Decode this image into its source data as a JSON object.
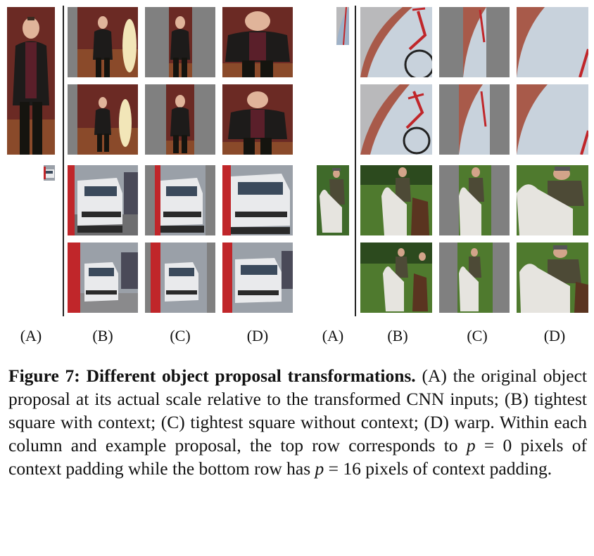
{
  "figure": {
    "column_labels_left": [
      "(A)",
      "(B)",
      "(C)",
      "(D)"
    ],
    "column_labels_right": [
      "(A)",
      "(B)",
      "(C)",
      "(D)"
    ],
    "colors": {
      "pad_gray": "#808080",
      "room_wall": "#6b2a24",
      "room_floor": "#8a4a2a",
      "car_white": "#e9eaec",
      "bike_red": "#c0262a",
      "grass": "#4f7a2e",
      "horse_white": "#e6e4df",
      "horse_brown": "#5a3420",
      "road_gray": "#b9b9bb"
    }
  },
  "caption": {
    "label": "Figure 7:",
    "title": "Different object proposal transformations.",
    "part1": "(A) the original object proposal at its actual scale relative to the transformed CNN inputs; (B) tightest square with context; (C) tightest square without context; (D) warp. Within each column and example proposal, the top row corresponds to",
    "var1": "p",
    "eq1": " = 0 pixels of context padding while the bottom row has ",
    "var2": "p",
    "eq2": " = 16 pixels of context padding."
  }
}
